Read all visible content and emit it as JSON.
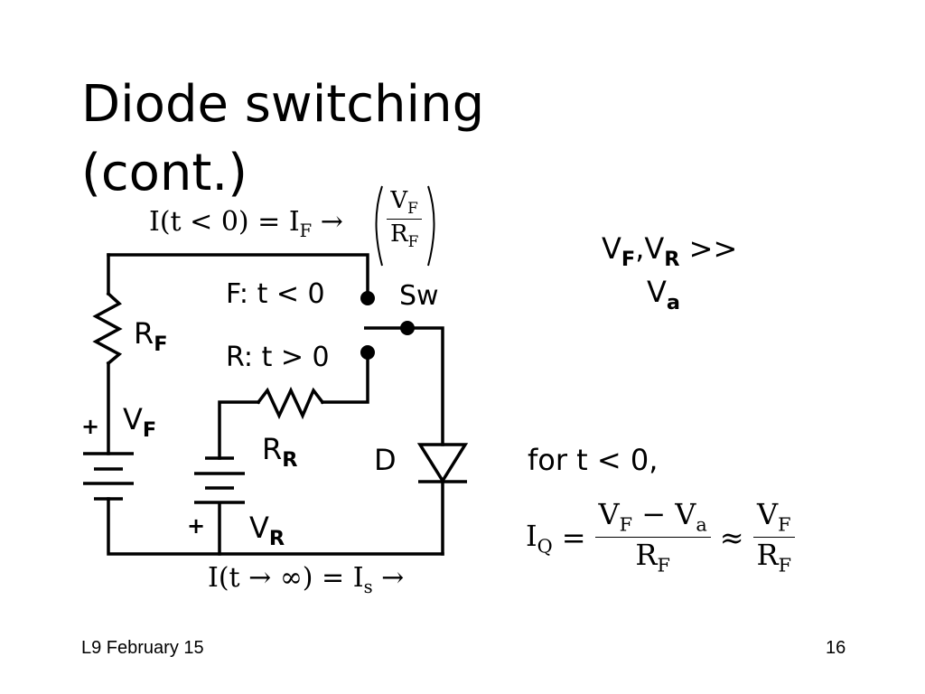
{
  "slide": {
    "title_line1": "Diode switching",
    "title_line2": "(cont.)",
    "footer_left": "L9 February 15",
    "page_number": "16"
  },
  "circuit": {
    "if_eq_left": "I(t < 0) = I",
    "if_eq_sub": "F",
    "if_eq_arrow": "→",
    "if_frac_num": "V",
    "if_frac_num_sub": "F",
    "if_frac_den": "R",
    "if_frac_den_sub": "F",
    "switch_f_label": "F:  t < 0",
    "switch_r_label": "R:  t > 0",
    "switch_name": "Sw",
    "rf_label": "R",
    "rf_sub": "F",
    "vf_label": "V",
    "vf_sub": "F",
    "rr_label": "R",
    "rr_sub": "R",
    "vr_label": "V",
    "vr_sub": "R",
    "diode_label": "D",
    "plus_vf": "+",
    "plus_vr": "+",
    "is_eq": "I(t → ∞) = I",
    "is_sub": "s",
    "is_arrow": "→"
  },
  "notes": {
    "cond_v1": "V",
    "cond_v1_sub": "F",
    "cond_sep": ",V",
    "cond_v2_sub": "R",
    "cond_gt": " >>",
    "cond_va": "V",
    "cond_va_sub": "a",
    "for_text": "for  t < 0,",
    "iq": "I",
    "iq_sub": "Q",
    "eq": "=",
    "num1": "V",
    "num1_sub": "F",
    "num_minus": " − V",
    "num1_sub2": "a",
    "den1": "R",
    "den1_sub": "F",
    "approx": "≈",
    "num2": "V",
    "num2_sub": "F",
    "den2": "R",
    "den2_sub": "F"
  }
}
